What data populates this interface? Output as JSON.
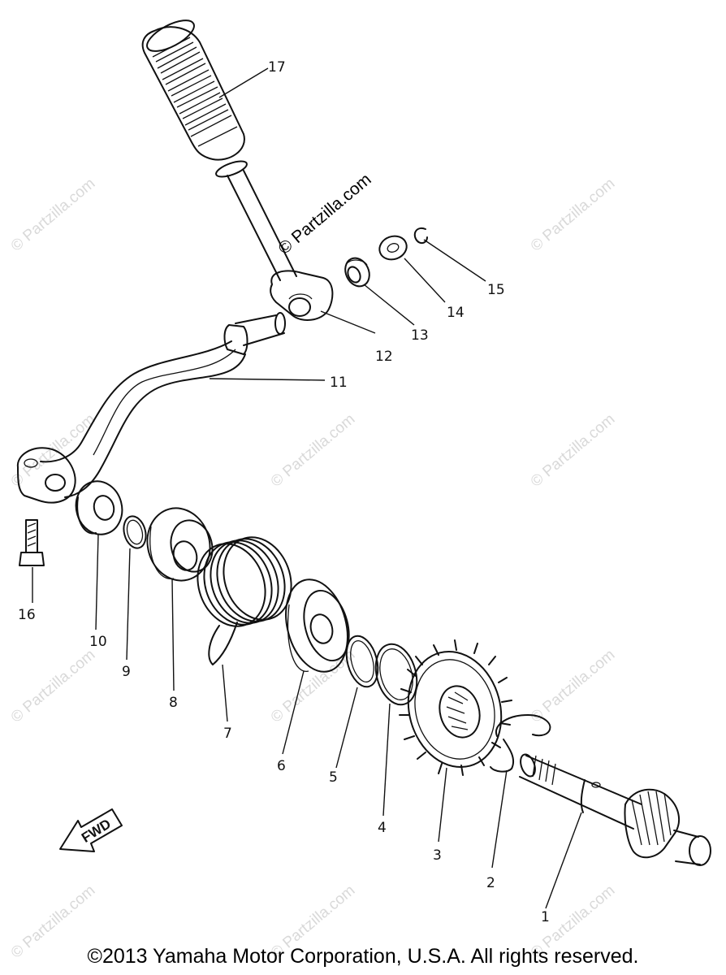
{
  "watermark": {
    "main": "© Partzilla.com",
    "faint": "© Partzilla.com"
  },
  "copyright": "©2013 Yamaha Motor Corporation, U.S.A. All rights reserved.",
  "direction_arrow": "FWD",
  "callouts": {
    "p1": "1",
    "p2": "2",
    "p3": "3",
    "p4": "4",
    "p5": "5",
    "p6": "6",
    "p7": "7",
    "p8": "8",
    "p9": "9",
    "p10": "10",
    "p11": "11",
    "p12": "12",
    "p13": "13",
    "p14": "14",
    "p15": "15",
    "p16": "16",
    "p17": "17"
  }
}
